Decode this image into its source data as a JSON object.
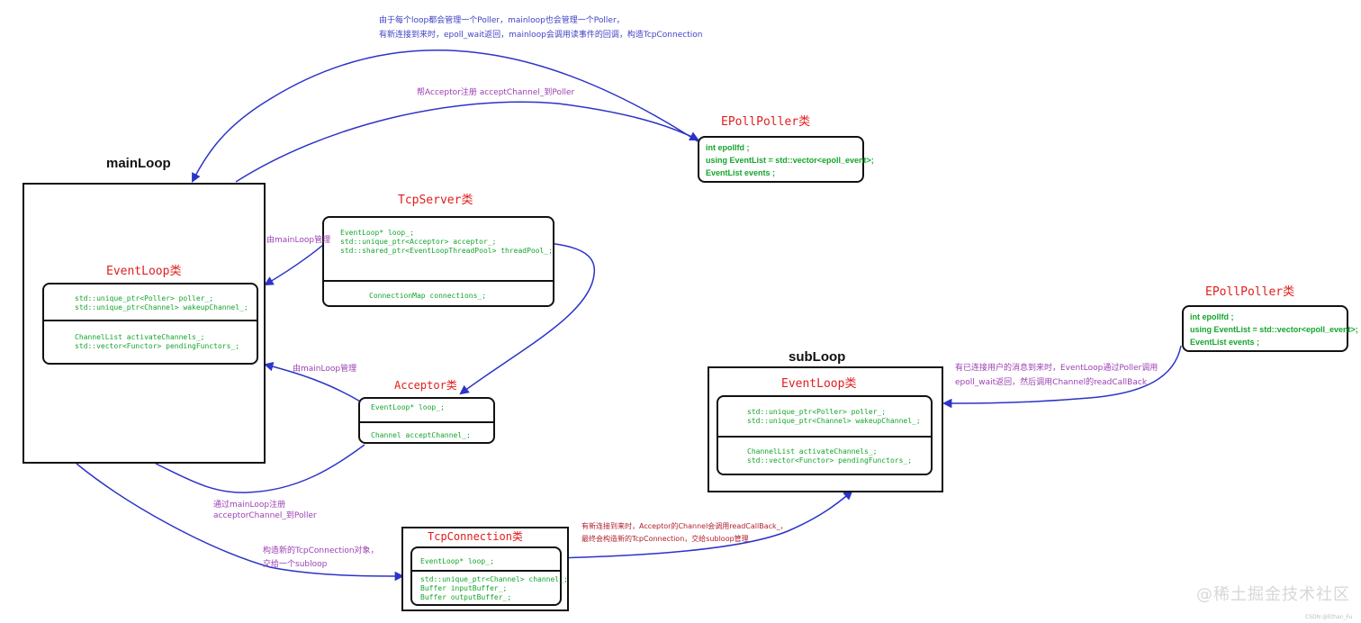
{
  "labels": {
    "main_loop": "mainLoop",
    "sub_loop": "subLoop",
    "event_loop_main_class": "EventLoop类",
    "event_loop_sub_class": "EventLoop类",
    "tcp_server_class": "TcpServer类",
    "acceptor_class": "Acceptor类",
    "tcp_connection_class": "TcpConnection类",
    "epoll_poller_top_class": "EPollPoller类",
    "epoll_poller_right_class": "EPollPoller类"
  },
  "boxes": {
    "event_loop_main": {
      "top_lines": [
        "std::unique_ptr<Poller> poller_;",
        "std::unique_ptr<Channel> wakeupChannel_;"
      ],
      "bottom_lines": [
        "ChannelList activateChannels_;",
        "std::vector<Functor> pendingFunctors_;"
      ]
    },
    "event_loop_sub": {
      "top_lines": [
        "std::unique_ptr<Poller> poller_;",
        "std::unique_ptr<Channel> wakeupChannel_;"
      ],
      "bottom_lines": [
        "ChannelList activateChannels_;",
        "std::vector<Functor> pendingFunctors_;"
      ]
    },
    "tcp_server": {
      "top_lines": [
        "EventLoop* loop_;",
        "std::unique_ptr<Acceptor> acceptor_;",
        "std::shared_ptr<EventLoopThreadPool> threadPool_;"
      ],
      "bottom_lines": [
        "ConnectionMap connections_;"
      ]
    },
    "acceptor": {
      "top_lines": [
        "EventLoop* loop_;"
      ],
      "bottom_lines": [
        "Channel acceptChannel_;"
      ]
    },
    "tcp_connection": {
      "top_lines": [
        "EventLoop* loop_;"
      ],
      "bottom_lines": [
        "std::unique_ptr<Channel> channel_;",
        "Buffer inputBuffer_;",
        "Buffer outputBuffer_;"
      ]
    },
    "epoll_top": {
      "lines": [
        "int epollfd ;",
        "using EventList = std::vector<epoll_event>;",
        "EventList events ;"
      ]
    },
    "epoll_right": {
      "lines": [
        "int epollfd ;",
        "using EventList = std::vector<epoll_event>;",
        "EventList events ;"
      ]
    }
  },
  "annotations": {
    "top_main_1": "由于每个loop都会管理一个Poller，mainloop也会管理一个Poller，",
    "top_main_2": "有新连接到来时，epoll_wait返回，mainloop会调用读事件的回调，构造TcpConnection",
    "acceptor_register": "帮Acceptor注册 acceptChannel_到Poller",
    "tcpserver_managed": "由mainLoop管理",
    "acceptor_managed": "由mainLoop管理",
    "register_1": "通过mainLoop注册",
    "register_2": "acceptorChannel_到Poller",
    "construct_1": "构造新的TcpConnection对象，",
    "construct_2": "交给一个subloop",
    "new_connection_1": "有新连接到来时，Acceptor的Channel会调用readCallBack_，",
    "new_connection_2": "最终会构造新的TcpConnection，交给subloop管理",
    "user_message_1": "有已连接用户的消息到来时，EventLoop通过Poller调用",
    "user_message_2": "epoll_wait返回，然后调用Channel的readCallBack"
  },
  "watermark": {
    "text": "@稀土掘金技术社区",
    "small": "CSDN @Ethan_Fu"
  },
  "colors": {
    "box_border": "#111111",
    "class_red": "#e11d1d",
    "code_green": "#13a52c",
    "annotation_purple": "#9b3fb3",
    "annotation_blue": "#3f42c7",
    "arrow_blue": "#2c33c8"
  }
}
